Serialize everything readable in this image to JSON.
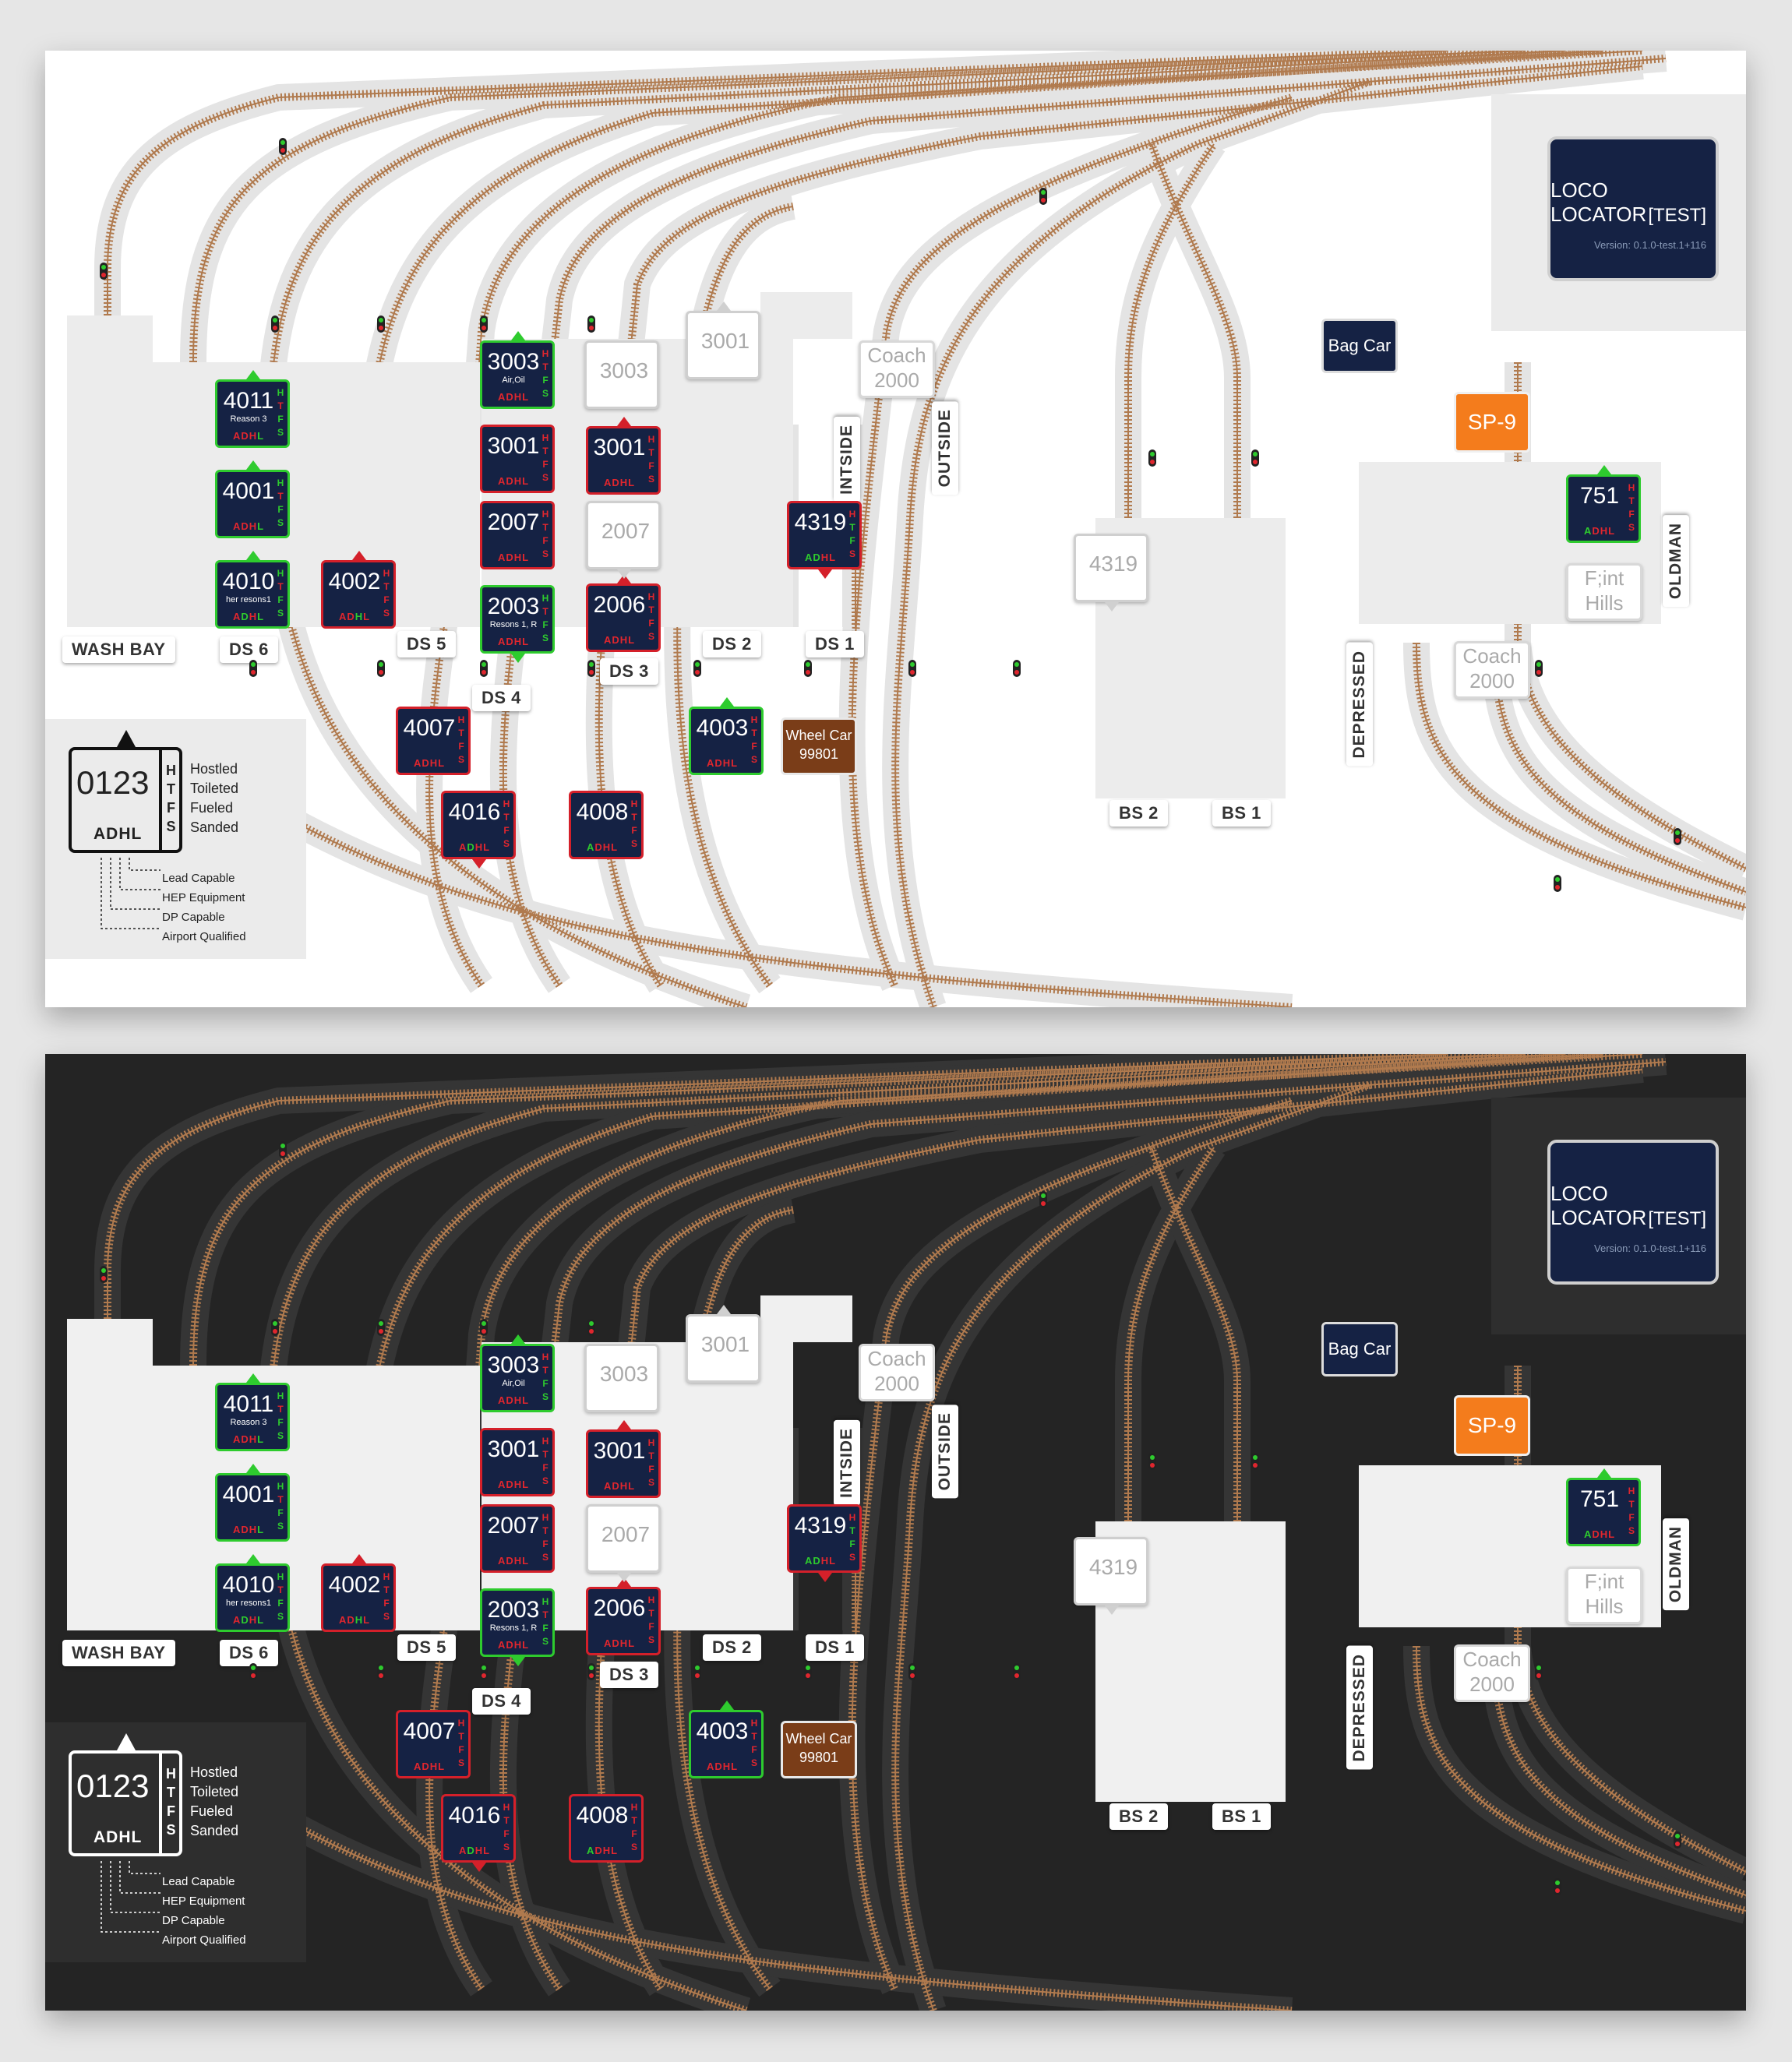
{
  "app": {
    "title": "LOCO LOCATOR",
    "subtitle": "[TEST]",
    "version": "Version: 0.1.0-test.1+116"
  },
  "labels": {
    "wash_bay": "WASH BAY",
    "ds6": "DS 6",
    "ds5": "DS 5",
    "ds4": "DS 4",
    "ds3": "DS 3",
    "ds2": "DS 2",
    "ds1": "DS 1",
    "bs2": "BS 2",
    "bs1": "BS 1",
    "inside": "INTSIDE",
    "outside": "OUTSIDE",
    "depressed": "DEPRESSED",
    "oldman": "OLDMAN"
  },
  "locos": {
    "l4011": {
      "num": "4011",
      "sub": "Reason 3"
    },
    "l4001": {
      "num": "4001",
      "sub": ""
    },
    "l4010": {
      "num": "4010",
      "sub": "her resons1"
    },
    "l4002": {
      "num": "4002",
      "sub": ""
    },
    "l3003a": {
      "num": "3003",
      "sub": "Air,Oil"
    },
    "l3001a": {
      "num": "3001",
      "sub": ""
    },
    "l2007a": {
      "num": "2007",
      "sub": ""
    },
    "l2003": {
      "num": "2003",
      "sub": "Resons 1, R"
    },
    "l3001b": {
      "num": "3001",
      "sub": ""
    },
    "l2006": {
      "num": "2006",
      "sub": ""
    },
    "l4319a": {
      "num": "4319",
      "sub": ""
    },
    "l4007": {
      "num": "4007",
      "sub": ""
    },
    "l4016": {
      "num": "4016",
      "sub": ""
    },
    "l4008": {
      "num": "4008",
      "sub": ""
    },
    "l4003": {
      "num": "4003",
      "sub": ""
    },
    "l751": {
      "num": "751",
      "sub": ""
    },
    "g3003": {
      "num": "3003"
    },
    "g3001": {
      "num": "3001"
    },
    "g2007": {
      "num": "2007"
    },
    "g4319": {
      "num": "4319"
    }
  },
  "adhl": "ADHL",
  "htfs": {
    "h": "H",
    "t": "T",
    "f": "F",
    "s": "S"
  },
  "cars": {
    "coach_a": {
      "line1": "Coach",
      "line2": "2000"
    },
    "coach_b": {
      "line1": "Coach",
      "line2": "2000"
    },
    "flint": {
      "line1": "F;int",
      "line2": "Hills"
    },
    "bag": "Bag Car",
    "sp9": "SP-9",
    "wheel": {
      "line1": "Wheel Car",
      "line2": "99801"
    }
  },
  "legend": {
    "num": "0123",
    "adhl": "ADHL",
    "side": [
      "Hostled",
      "Toileted",
      "Fueled",
      "Sanded"
    ],
    "keys": [
      "Lead Capable",
      "HEP Equipment",
      "DP Capable",
      "Airport Qualified"
    ]
  },
  "colors": {
    "navy": "#152244",
    "red": "#d4202a",
    "green": "#2ecb2e",
    "orange": "#f47c1c",
    "brown": "#7a3d18",
    "rail": "#b07a4e"
  }
}
